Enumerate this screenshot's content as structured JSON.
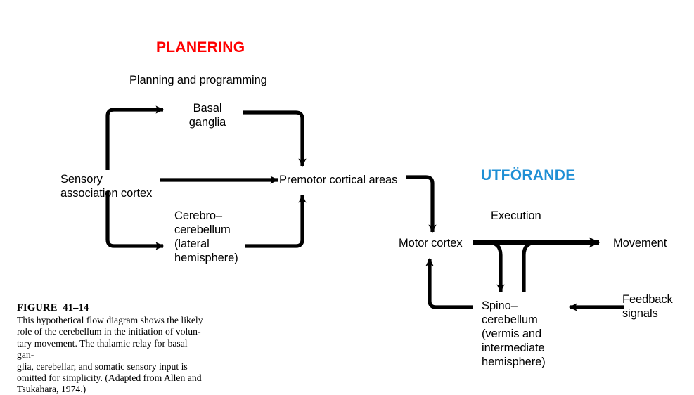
{
  "figure": {
    "headings": {
      "planning": "PLANERING",
      "execution": "UTFÖRANDE"
    },
    "subtitles": {
      "planning": "Planning and programming",
      "execution": "Execution"
    },
    "nodes": {
      "sensory": "Sensory\nassociation cortex",
      "basal_ganglia": "Basal\nganglia",
      "cerebrocerebellum": "Cerebro–\ncerebellum\n(lateral\nhemisphere)",
      "premotor": "Premotor cortical areas",
      "motor_cortex": "Motor cortex",
      "spinocerebellum": "Spino–\ncerebellum\n(vermis and\nintermediate\nhemisphere)",
      "movement": "Movement",
      "feedback": "Feedback\nsignals"
    },
    "caption": {
      "title": "FIGURE  41–14",
      "body": "This hypothetical flow diagram shows the likely\nrole of the cerebellum in the initiation of volun-\ntary movement. The thalamic relay for basal gan-\nglia, cerebellar, and somatic sensory input is\nomitted for simplicity. (Adapted from Allen and\nTsukahara, 1974.)"
    },
    "colors": {
      "planning_heading": "#ff0000",
      "execution_heading": "#1e8fd5",
      "arrows": "#000000",
      "background": "#ffffff"
    }
  }
}
